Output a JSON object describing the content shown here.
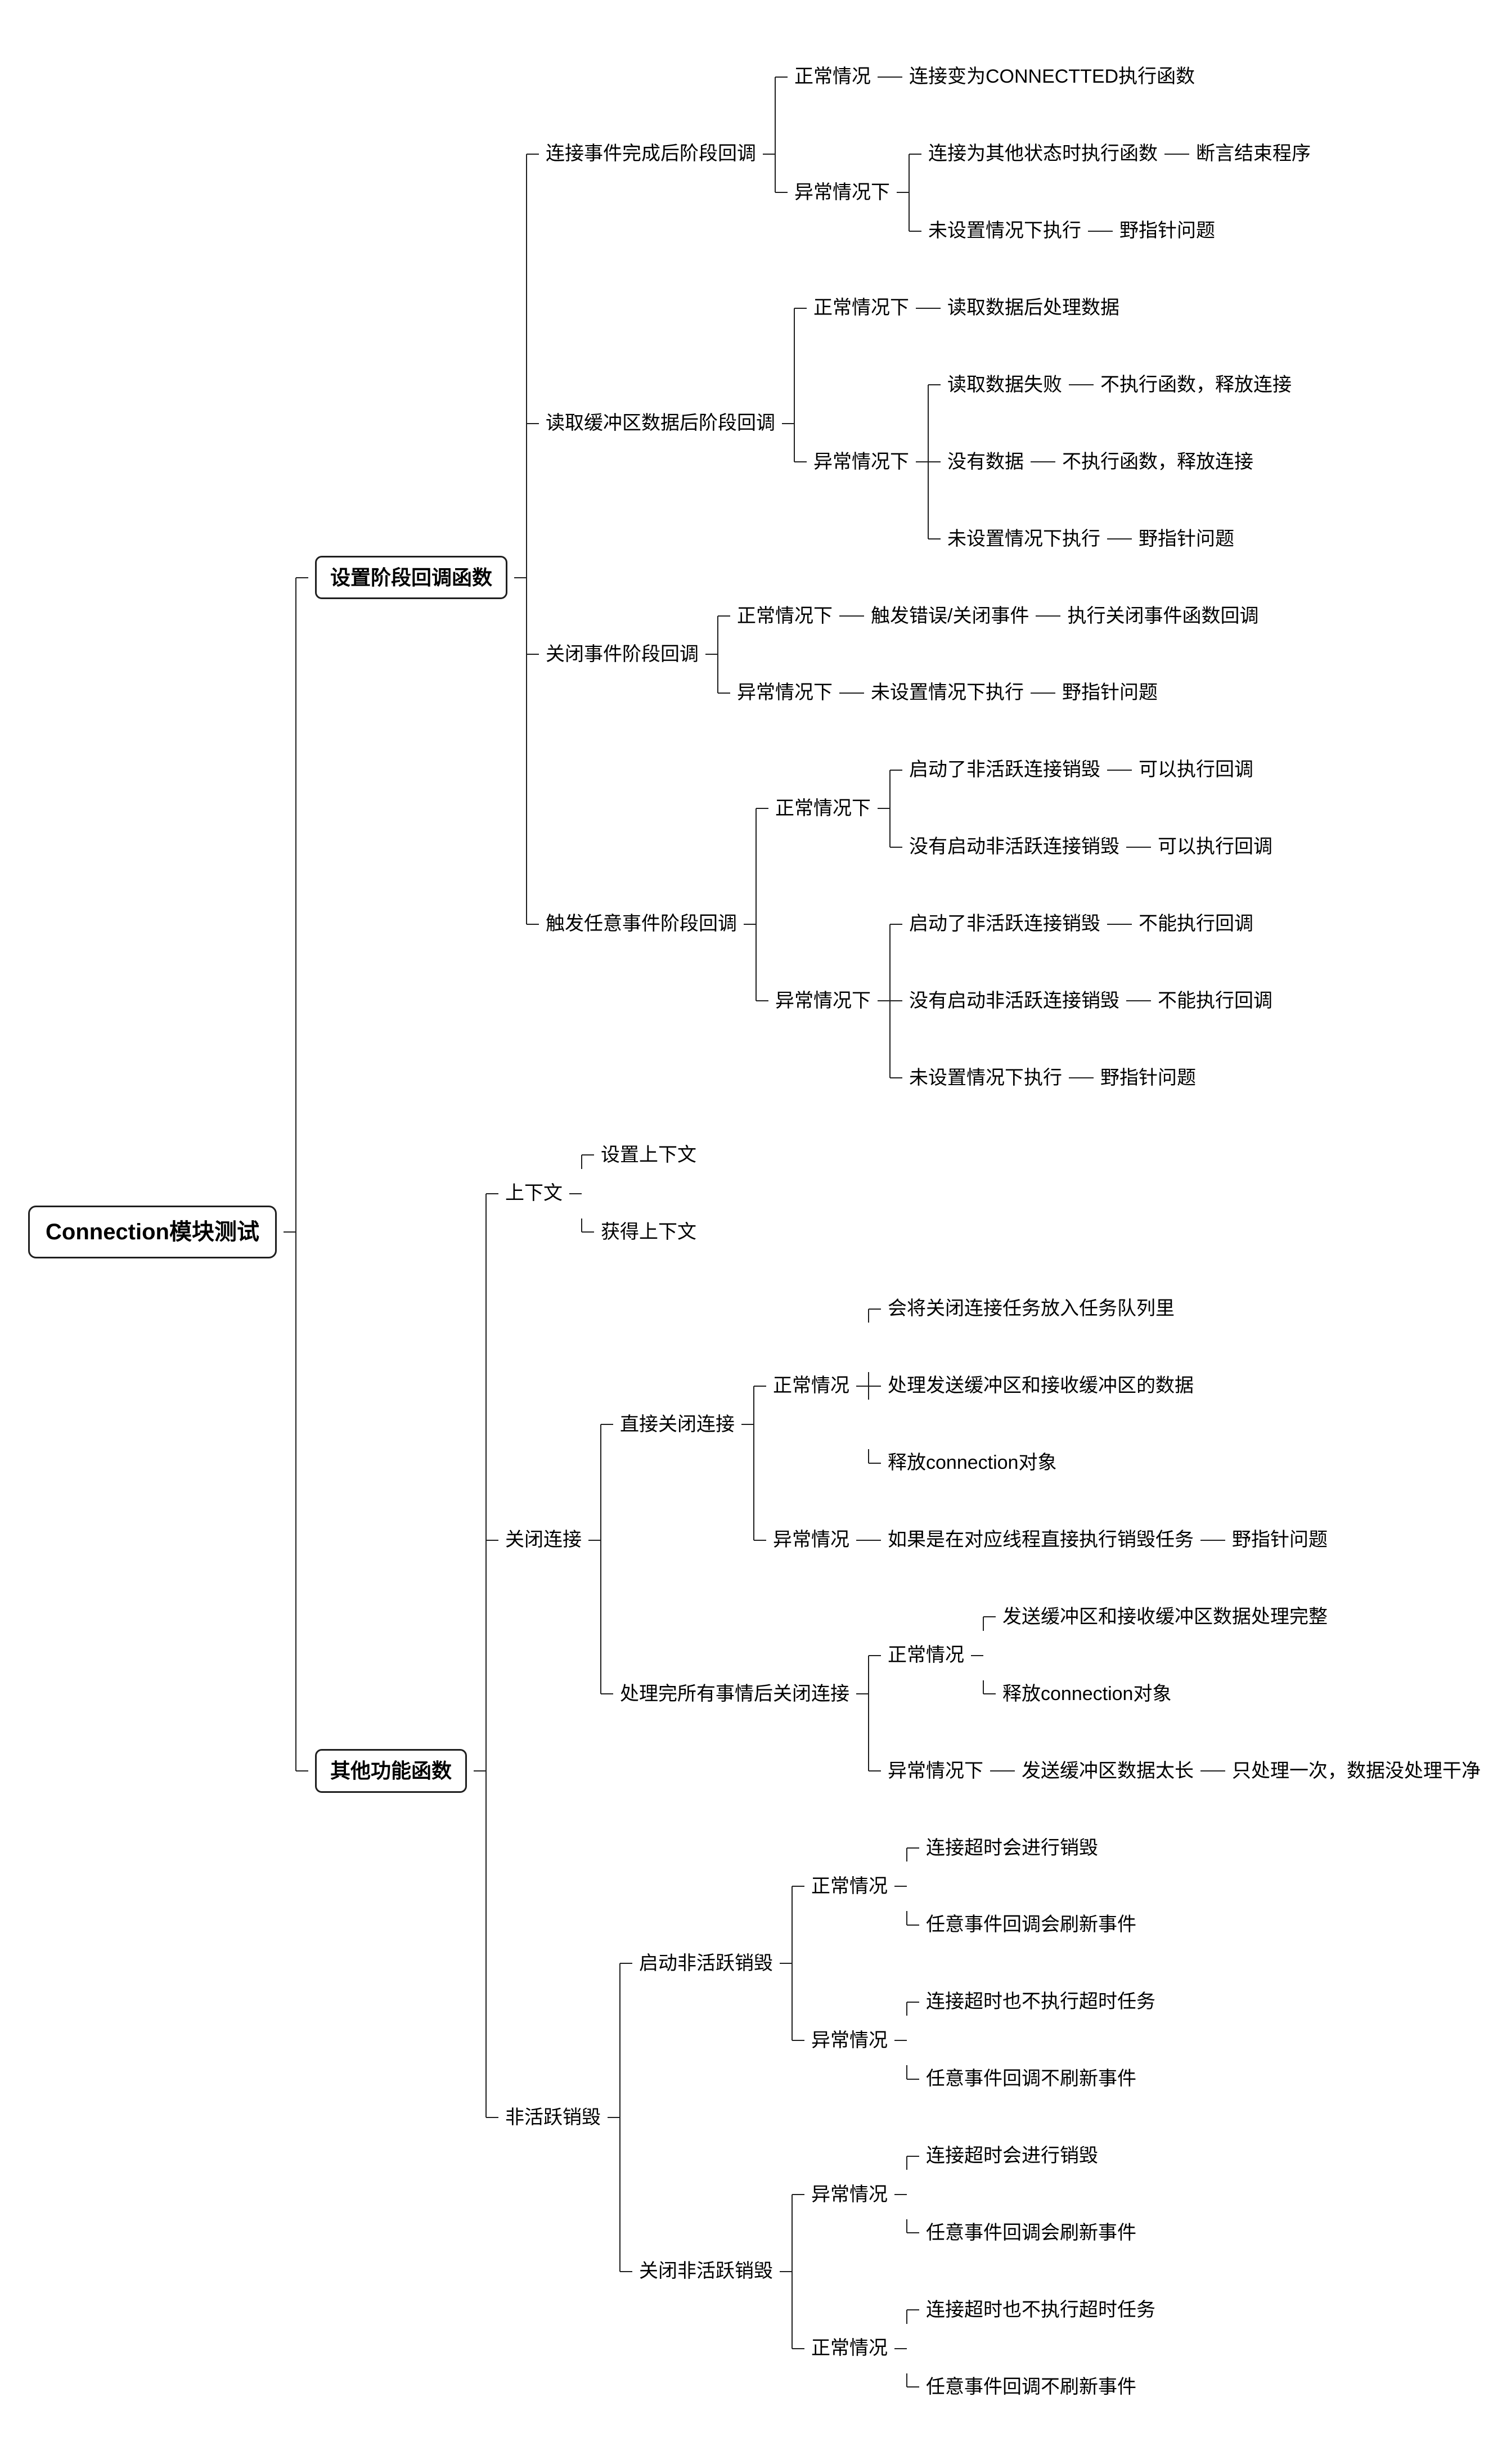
{
  "diagram": {
    "type": "mindmap",
    "direction": "right",
    "colors": {
      "background": "#ffffff",
      "line": "#1f1f1f",
      "text": "#000000"
    },
    "root": {
      "label": "Connection模块测试",
      "style": "root",
      "children": [
        {
          "label": "设置阶段回调函数",
          "style": "primary",
          "children": [
            {
              "label": "连接事件完成后阶段回调",
              "children": [
                {
                  "label": "正常情况",
                  "children": [
                    {
                      "label": "连接变为CONNECTTED执行函数"
                    }
                  ]
                },
                {
                  "label": "异常情况下",
                  "children": [
                    {
                      "label": "连接为其他状态时执行函数",
                      "children": [
                        {
                          "label": "断言结束程序"
                        }
                      ]
                    },
                    {
                      "label": "未设置情况下执行",
                      "children": [
                        {
                          "label": "野指针问题"
                        }
                      ]
                    }
                  ]
                }
              ]
            },
            {
              "label": "读取缓冲区数据后阶段回调",
              "children": [
                {
                  "label": "正常情况下",
                  "children": [
                    {
                      "label": "读取数据后处理数据"
                    }
                  ]
                },
                {
                  "label": "异常情况下",
                  "children": [
                    {
                      "label": "读取数据失败",
                      "children": [
                        {
                          "label": "不执行函数，释放连接"
                        }
                      ]
                    },
                    {
                      "label": "没有数据",
                      "children": [
                        {
                          "label": "不执行函数，释放连接"
                        }
                      ]
                    },
                    {
                      "label": "未设置情况下执行",
                      "children": [
                        {
                          "label": "野指针问题"
                        }
                      ]
                    }
                  ]
                }
              ]
            },
            {
              "label": "关闭事件阶段回调",
              "children": [
                {
                  "label": "正常情况下",
                  "children": [
                    {
                      "label": "触发错误/关闭事件",
                      "children": [
                        {
                          "label": "执行关闭事件函数回调"
                        }
                      ]
                    }
                  ]
                },
                {
                  "label": "异常情况下",
                  "children": [
                    {
                      "label": "未设置情况下执行",
                      "children": [
                        {
                          "label": "野指针问题"
                        }
                      ]
                    }
                  ]
                }
              ]
            },
            {
              "label": "触发任意事件阶段回调",
              "children": [
                {
                  "label": "正常情况下",
                  "children": [
                    {
                      "label": "启动了非活跃连接销毁",
                      "children": [
                        {
                          "label": "可以执行回调"
                        }
                      ]
                    },
                    {
                      "label": "没有启动非活跃连接销毁",
                      "children": [
                        {
                          "label": "可以执行回调"
                        }
                      ]
                    }
                  ]
                },
                {
                  "label": "异常情况下",
                  "children": [
                    {
                      "label": "启动了非活跃连接销毁",
                      "children": [
                        {
                          "label": "不能执行回调"
                        }
                      ]
                    },
                    {
                      "label": "没有启动非活跃连接销毁",
                      "children": [
                        {
                          "label": "不能执行回调"
                        }
                      ]
                    },
                    {
                      "label": "未设置情况下执行",
                      "children": [
                        {
                          "label": "野指针问题"
                        }
                      ]
                    }
                  ]
                }
              ]
            }
          ]
        },
        {
          "label": "其他功能函数",
          "style": "primary",
          "children": [
            {
              "label": "上下文",
              "children": [
                {
                  "label": "设置上下文"
                },
                {
                  "label": "获得上下文"
                }
              ]
            },
            {
              "label": "关闭连接",
              "children": [
                {
                  "label": "直接关闭连接",
                  "children": [
                    {
                      "label": "正常情况",
                      "children": [
                        {
                          "label": "会将关闭连接任务放入任务队列里"
                        },
                        {
                          "label": "处理发送缓冲区和接收缓冲区的数据"
                        },
                        {
                          "label": "释放connection对象"
                        }
                      ]
                    },
                    {
                      "label": "异常情况",
                      "children": [
                        {
                          "label": "如果是在对应线程直接执行销毁任务",
                          "children": [
                            {
                              "label": "野指针问题"
                            }
                          ]
                        }
                      ]
                    }
                  ]
                },
                {
                  "label": "处理完所有事情后关闭连接",
                  "children": [
                    {
                      "label": "正常情况",
                      "children": [
                        {
                          "label": "发送缓冲区和接收缓冲区数据处理完整"
                        },
                        {
                          "label": "释放connection对象"
                        }
                      ]
                    },
                    {
                      "label": "异常情况下",
                      "children": [
                        {
                          "label": "发送缓冲区数据太长",
                          "children": [
                            {
                              "label": "只处理一次，数据没处理干净"
                            }
                          ]
                        }
                      ]
                    }
                  ]
                }
              ]
            },
            {
              "label": "非活跃销毁",
              "children": [
                {
                  "label": "启动非活跃销毁",
                  "children": [
                    {
                      "label": "正常情况",
                      "children": [
                        {
                          "label": "连接超时会进行销毁"
                        },
                        {
                          "label": "任意事件回调会刷新事件"
                        }
                      ]
                    },
                    {
                      "label": "异常情况",
                      "children": [
                        {
                          "label": "连接超时也不执行超时任务"
                        },
                        {
                          "label": "任意事件回调不刷新事件"
                        }
                      ]
                    }
                  ]
                },
                {
                  "label": "关闭非活跃销毁",
                  "children": [
                    {
                      "label": "异常情况",
                      "children": [
                        {
                          "label": "连接超时会进行销毁"
                        },
                        {
                          "label": "任意事件回调会刷新事件"
                        }
                      ]
                    },
                    {
                      "label": "正常情况",
                      "children": [
                        {
                          "label": "连接超时也不执行超时任务"
                        },
                        {
                          "label": "任意事件回调不刷新事件"
                        }
                      ]
                    }
                  ]
                }
              ]
            }
          ]
        }
      ]
    }
  }
}
